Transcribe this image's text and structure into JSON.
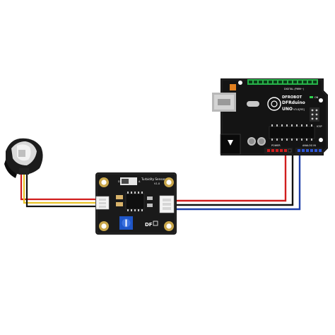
{
  "board": {
    "brand_line1": "DFROBOT",
    "brand_line2": "DFRduino",
    "brand_line3": "UNO",
    "brand_version": "V3.0[R3]",
    "digital_header_label": "DIGITAL (PWM~)",
    "analog_header_label": "ANALOG IN",
    "power_header_label": "POWER",
    "on_led_label": "ON",
    "icsp_label": "ICSP"
  },
  "module": {
    "switch_label_left": "D",
    "switch_label_right": "A",
    "title": "Turbidity Sensor",
    "version": "V1.0",
    "logo_text": "DF"
  },
  "wires": {
    "colors": {
      "power": "#d11d1d",
      "ground": "#111111",
      "signal": "#1f3fa8",
      "probe_yellow": "#e8c227"
    }
  }
}
